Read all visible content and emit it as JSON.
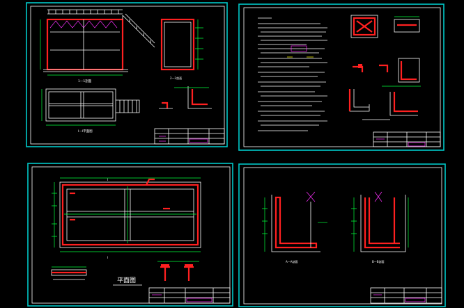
{
  "sheets": [
    {
      "id": "sheet-1",
      "section_label": "1—1剖面",
      "plan_label": "I—I平面图",
      "detail_label": "2—2剖面"
    },
    {
      "id": "sheet-2"
    },
    {
      "id": "sheet-3",
      "plan_title": "平面图",
      "axis_top": "I",
      "axis_bottom": "I"
    },
    {
      "id": "sheet-4",
      "section_a": "A—A剖面",
      "section_b": "B—B剖面"
    }
  ],
  "colors": {
    "background": "#000000",
    "border": "#00c8c8",
    "wall": "#ff2020",
    "dimension": "#00ff3c",
    "titleblock": "#ff30ff"
  }
}
